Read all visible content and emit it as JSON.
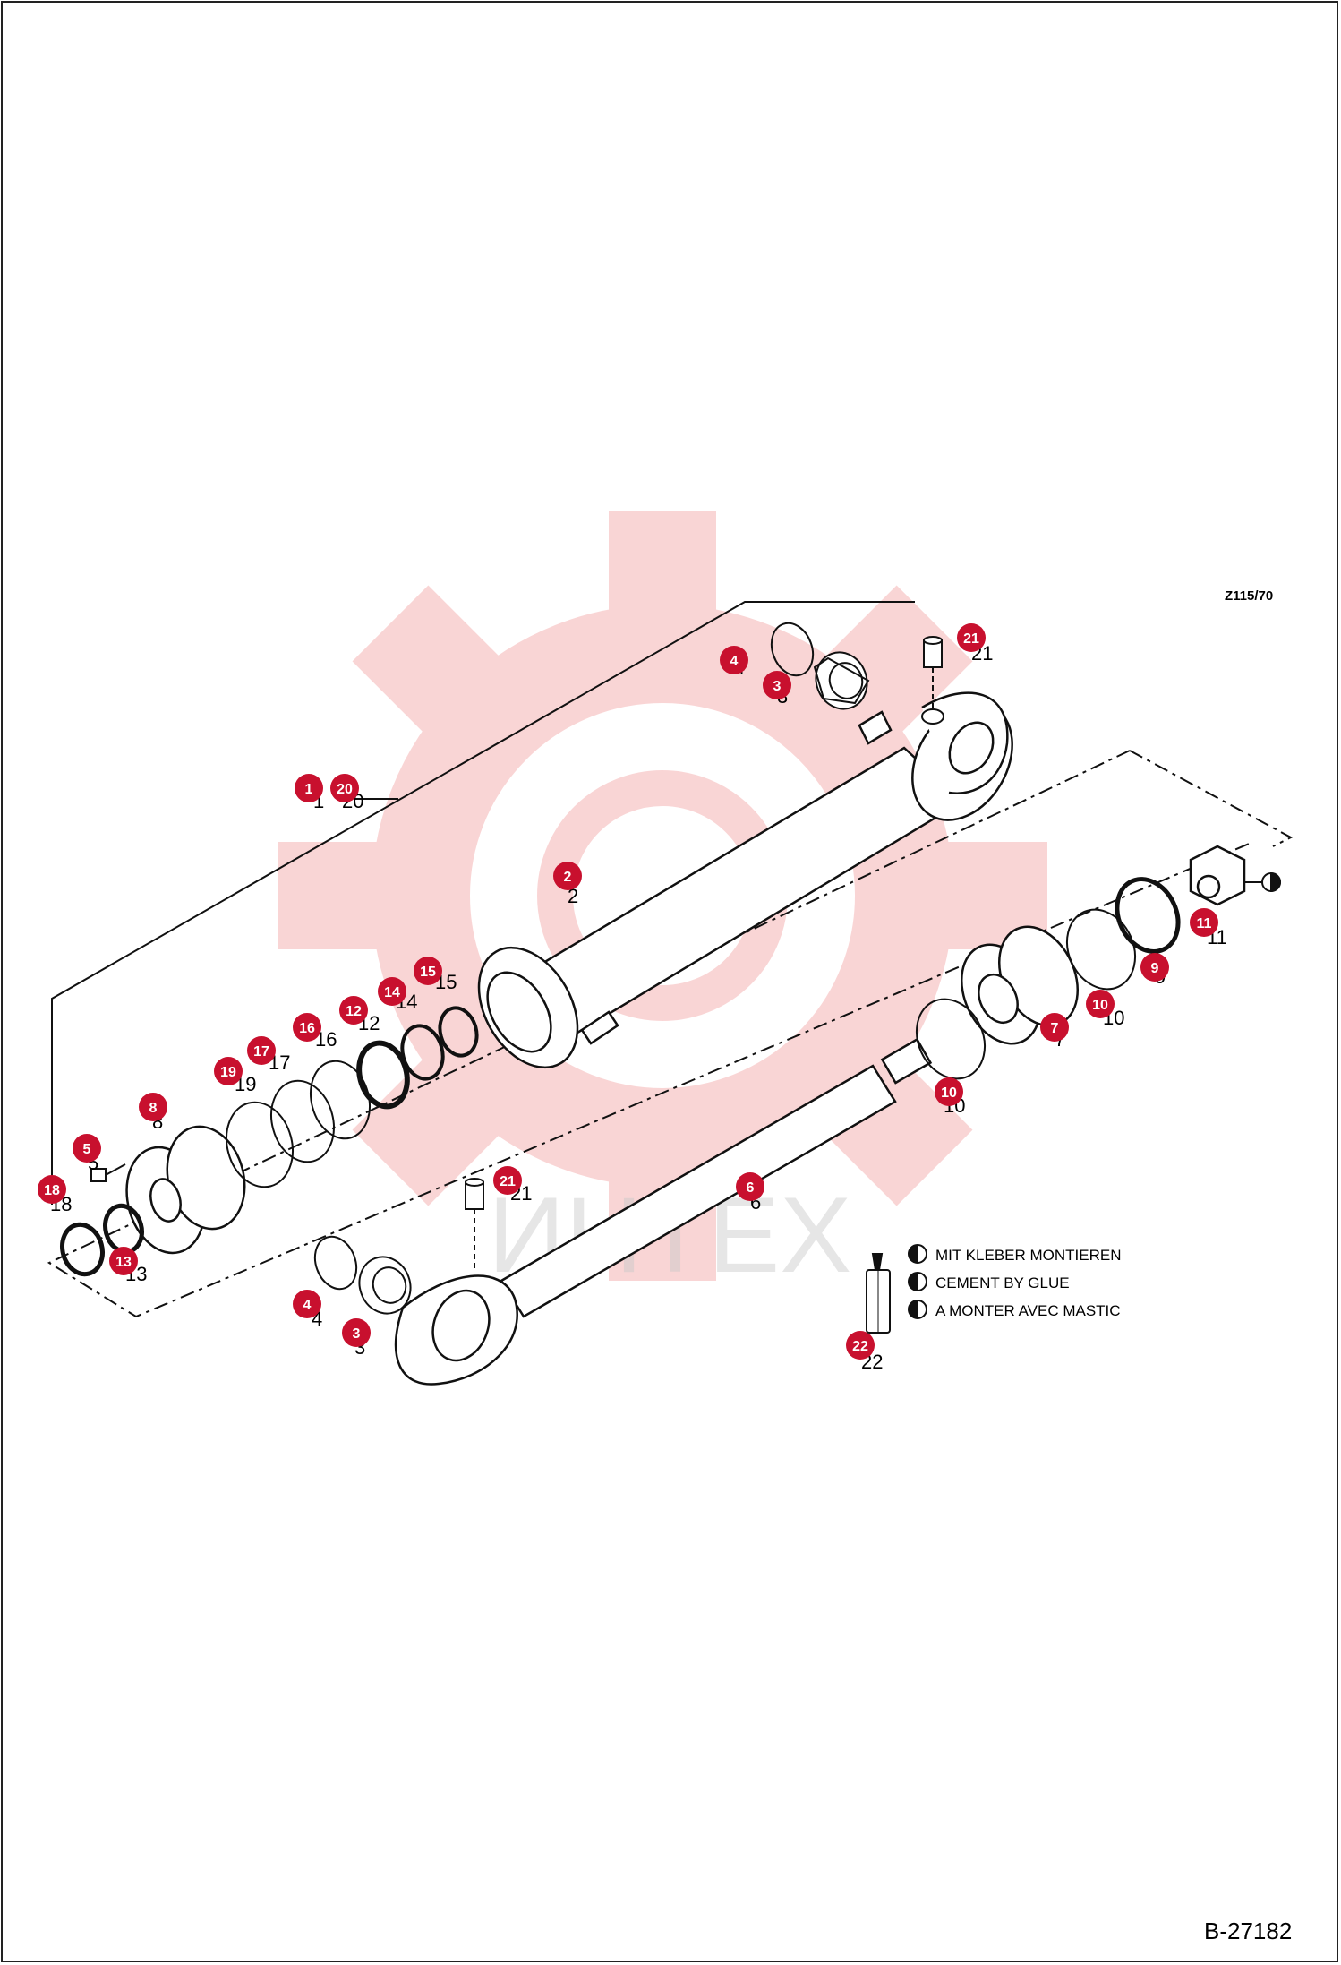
{
  "drawing_code": "Z115/70",
  "sheet_number": "B-27182",
  "watermark_text": "ИНТЕХ",
  "colors": {
    "marker": "#c8102e",
    "watermark": "#f2b4b4",
    "line": "#111111"
  },
  "legend": {
    "line_de": "MIT KLEBER MONTIEREN",
    "line_en": "CEMENT BY GLUE",
    "line_fr": "A MONTER AVEC MASTIC",
    "icon": "glue-tube-icon"
  },
  "markers": [
    {
      "id": "m1",
      "number": "1",
      "label": "1"
    },
    {
      "id": "m20",
      "number": "20",
      "label": "20"
    },
    {
      "id": "m2",
      "number": "2",
      "label": "2"
    },
    {
      "id": "m3a",
      "number": "3",
      "label": "3"
    },
    {
      "id": "m4a",
      "number": "4",
      "label": "4"
    },
    {
      "id": "m21a",
      "number": "21",
      "label": "21"
    },
    {
      "id": "m15",
      "number": "15",
      "label": "15"
    },
    {
      "id": "m14",
      "number": "14",
      "label": "14"
    },
    {
      "id": "m12",
      "number": "12",
      "label": "12"
    },
    {
      "id": "m16",
      "number": "16",
      "label": "16"
    },
    {
      "id": "m17",
      "number": "17",
      "label": "17"
    },
    {
      "id": "m19",
      "number": "19",
      "label": "19"
    },
    {
      "id": "m8",
      "number": "8",
      "label": "8"
    },
    {
      "id": "m5",
      "number": "5",
      "label": "5"
    },
    {
      "id": "m18",
      "number": "18",
      "label": "18"
    },
    {
      "id": "m13",
      "number": "13",
      "label": "13"
    },
    {
      "id": "m11",
      "number": "11",
      "label": "11"
    },
    {
      "id": "m9",
      "number": "9",
      "label": "9"
    },
    {
      "id": "m10a",
      "number": "10",
      "label": "10"
    },
    {
      "id": "m7",
      "number": "7",
      "label": "7"
    },
    {
      "id": "m10b",
      "number": "10",
      "label": "10"
    },
    {
      "id": "m6",
      "number": "6",
      "label": "6"
    },
    {
      "id": "m21b",
      "number": "21",
      "label": "21"
    },
    {
      "id": "m4b",
      "number": "4",
      "label": "4"
    },
    {
      "id": "m3b",
      "number": "3",
      "label": "3"
    },
    {
      "id": "m22",
      "number": "22",
      "label": "22"
    }
  ]
}
